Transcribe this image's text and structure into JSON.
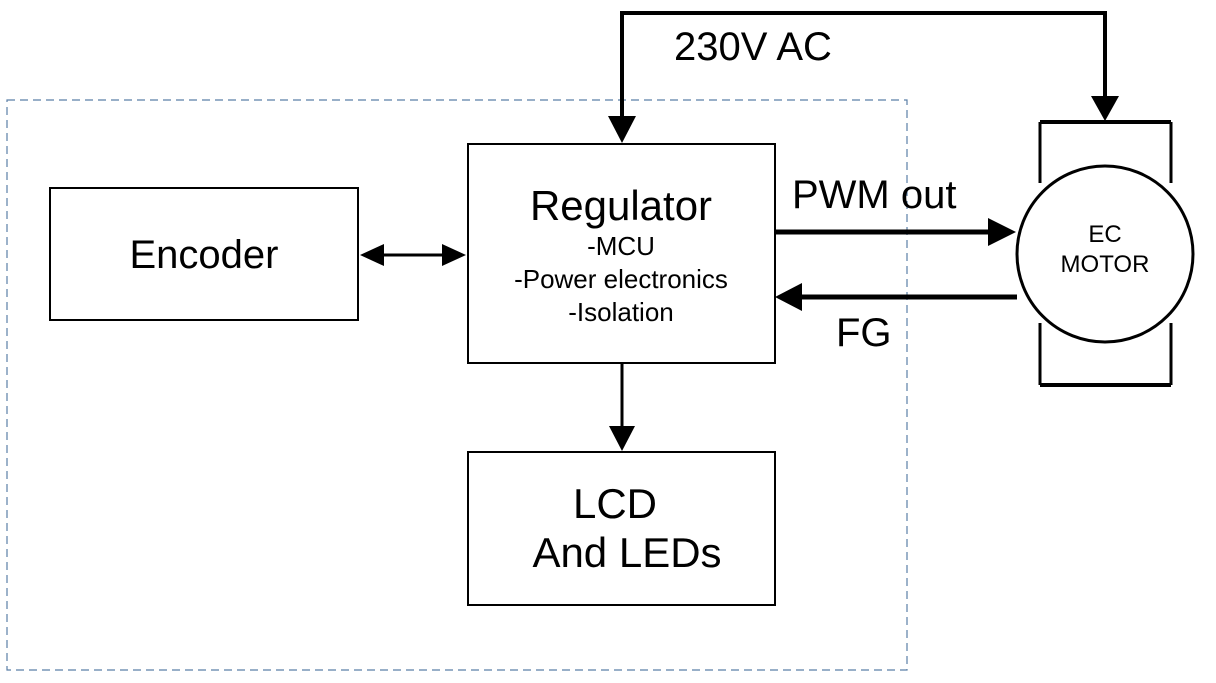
{
  "diagram": {
    "power_label": "230V AC",
    "pwm_label": "PWM out",
    "fg_label": "FG",
    "encoder": {
      "label": "Encoder"
    },
    "regulator": {
      "title": "Regulator",
      "items": [
        "-MCU",
        "-Power electronics",
        "-Isolation"
      ]
    },
    "lcd": {
      "lines": [
        "LCD",
        "And LEDs"
      ]
    },
    "motor": {
      "lines": [
        "EC",
        "MOTOR"
      ]
    }
  },
  "colors": {
    "stroke": "#000000",
    "boundary": "#5b7fa6",
    "background": "#ffffff"
  }
}
